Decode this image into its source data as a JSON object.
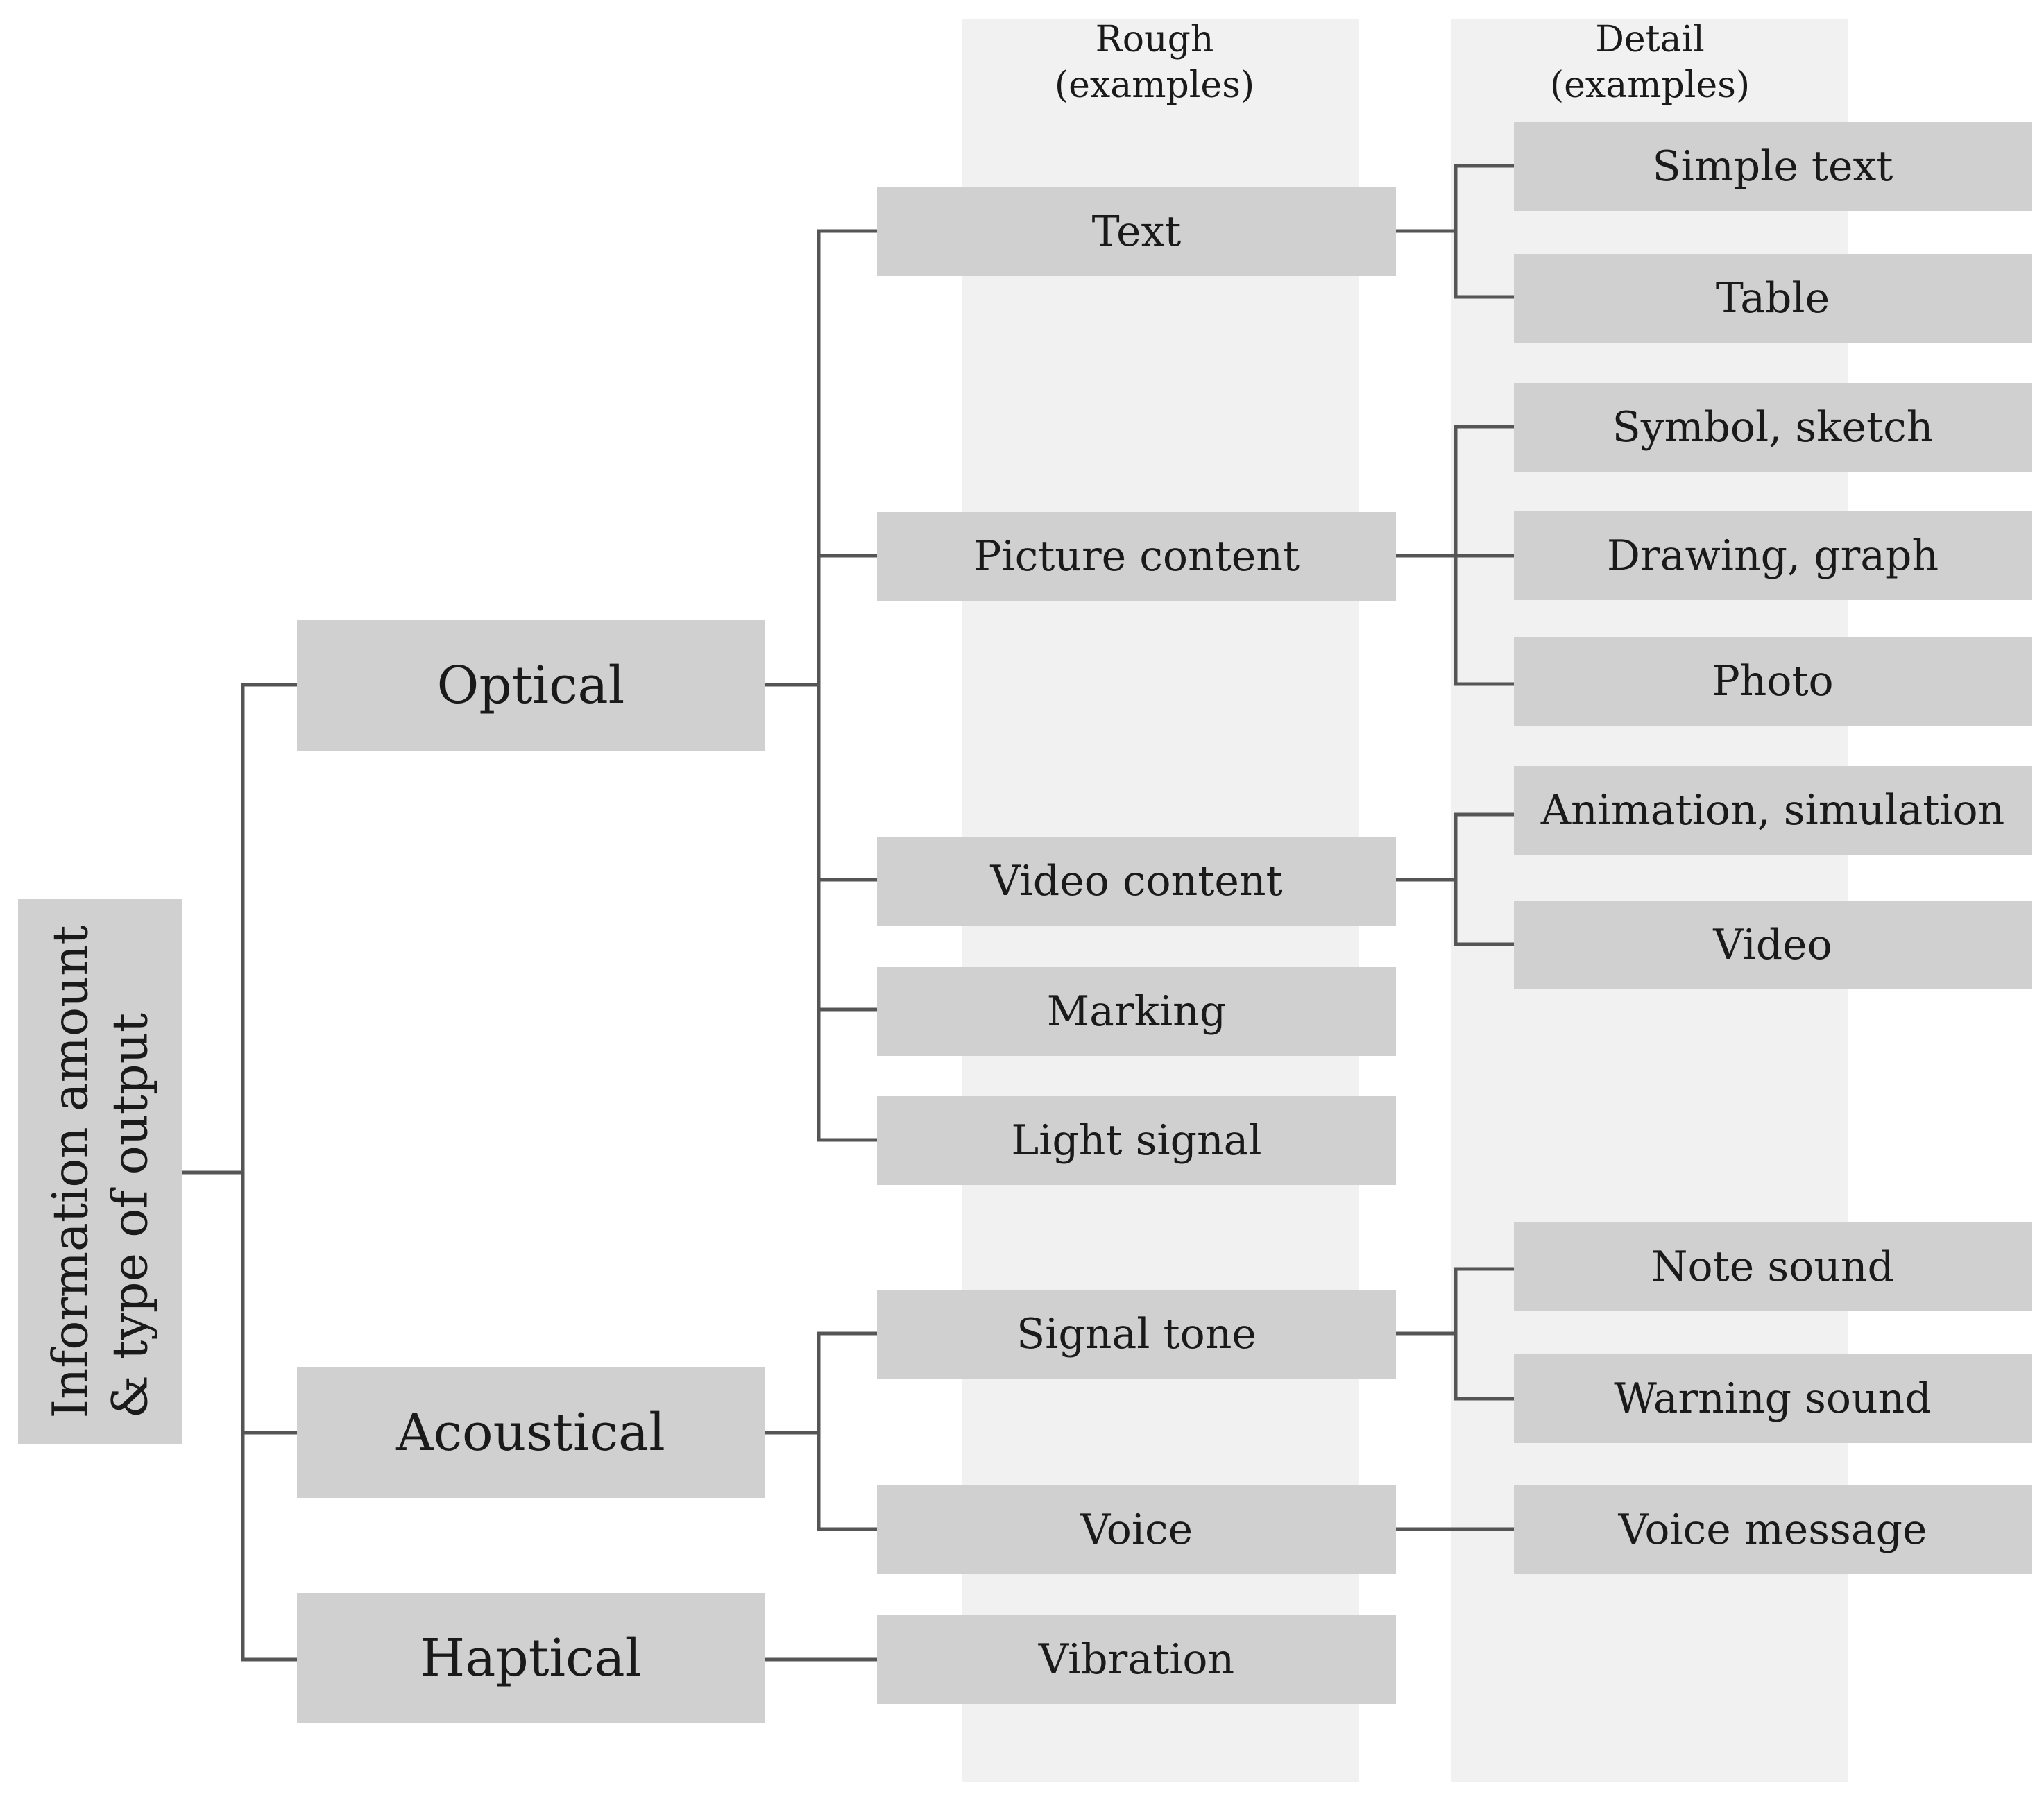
{
  "root": {
    "line1": "Information amount",
    "line2": "& type of output"
  },
  "column_headers": {
    "rough": {
      "line1": "Rough",
      "line2": "(examples)"
    },
    "detail": {
      "line1": "Detail",
      "line2": "(examples)"
    }
  },
  "level1": {
    "optical": "Optical",
    "acoustical": "Acoustical",
    "haptical": "Haptical"
  },
  "rough": {
    "text": "Text",
    "picture_content": "Picture content",
    "video_content": "Video content",
    "marking": "Marking",
    "light_signal": "Light signal",
    "signal_tone": "Signal tone",
    "voice": "Voice",
    "vibration": "Vibration"
  },
  "detail": {
    "simple_text": "Simple text",
    "table": "Table",
    "symbol_sketch": "Symbol, sketch",
    "drawing_graph": "Drawing, graph",
    "photo": "Photo",
    "animation_simulation": "Animation, simulation",
    "video": "Video",
    "note_sound": "Note sound",
    "warning_sound": "Warning sound",
    "voice_message": "Voice message"
  }
}
